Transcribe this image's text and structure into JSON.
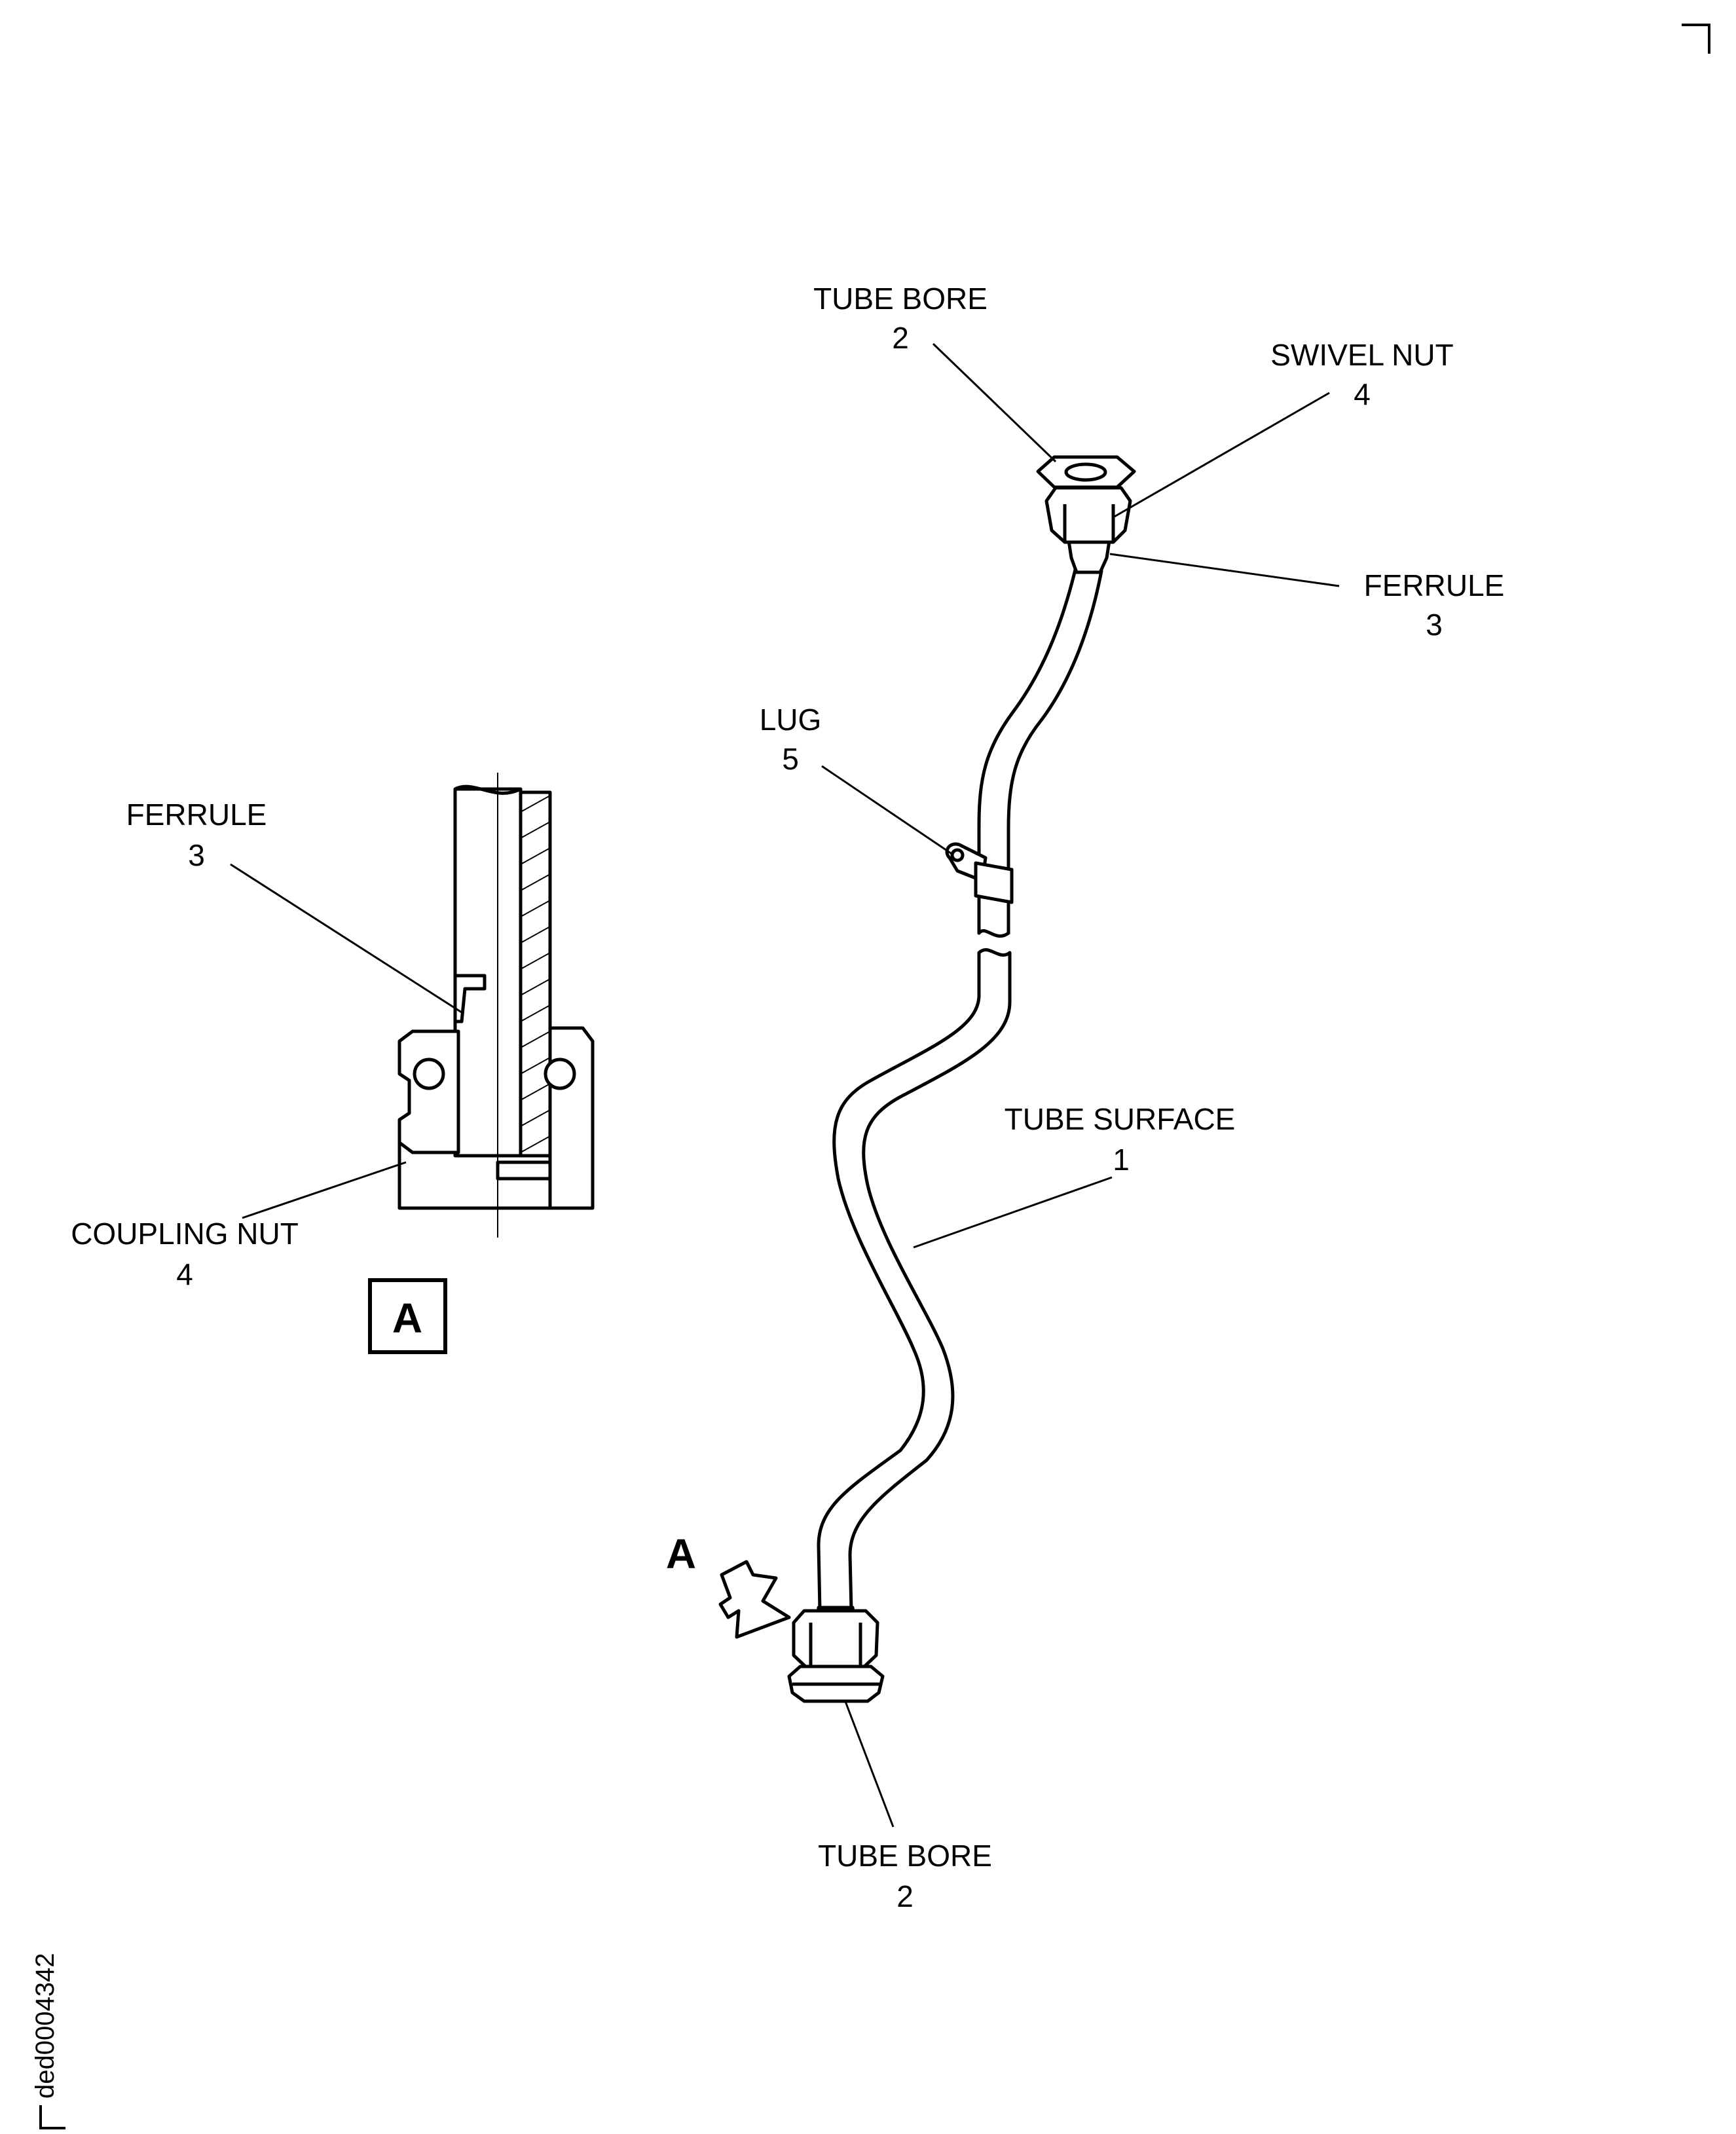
{
  "callouts": {
    "tube_bore_top": {
      "name": "TUBE BORE",
      "number": "2"
    },
    "swivel_nut": {
      "name": "SWIVEL NUT",
      "number": "4"
    },
    "ferrule_right": {
      "name": "FERRULE",
      "number": "3"
    },
    "lug": {
      "name": "LUG",
      "number": "5"
    },
    "tube_surface": {
      "name": "TUBE SURFACE",
      "number": "1"
    },
    "tube_bore_bottom": {
      "name": "TUBE BORE",
      "number": "2"
    },
    "ferrule_detail": {
      "name": "FERRULE",
      "number": "3"
    },
    "coupling_nut_detail": {
      "name": "COUPLING NUT",
      "number": "4"
    }
  },
  "detail_view": {
    "letter": "A"
  },
  "view_arrow": {
    "letter": "A"
  },
  "figure_id": "ded0004342"
}
